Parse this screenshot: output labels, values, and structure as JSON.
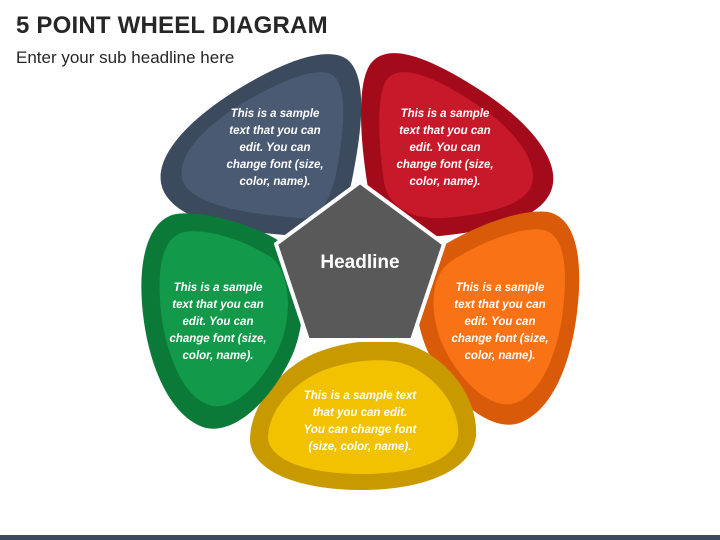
{
  "header": {
    "title": "5 POINT WHEEL DIAGRAM",
    "subtitle": "Enter your sub headline here"
  },
  "center": {
    "label": "Headline",
    "color": "#595959"
  },
  "petals": [
    {
      "id": "top-left",
      "color": "#3c4a5e",
      "text": "This is a sample text that you can edit. You can change font (size, color, name)."
    },
    {
      "id": "top-right",
      "color": "#c00d1e",
      "text": "This is a sample text that you can edit. You can change font (size, color, name)."
    },
    {
      "id": "right",
      "color": "#f26a10",
      "text": "This is a sample text that you can edit. You can change font (size, color, name)."
    },
    {
      "id": "bottom",
      "color": "#eab308",
      "text": "This is a sample text that you can edit. You can change font (size, color, name)."
    },
    {
      "id": "left",
      "color": "#0e8a40",
      "text": "This is a sample text that you can edit. You can change font (size, color, name)."
    }
  ]
}
